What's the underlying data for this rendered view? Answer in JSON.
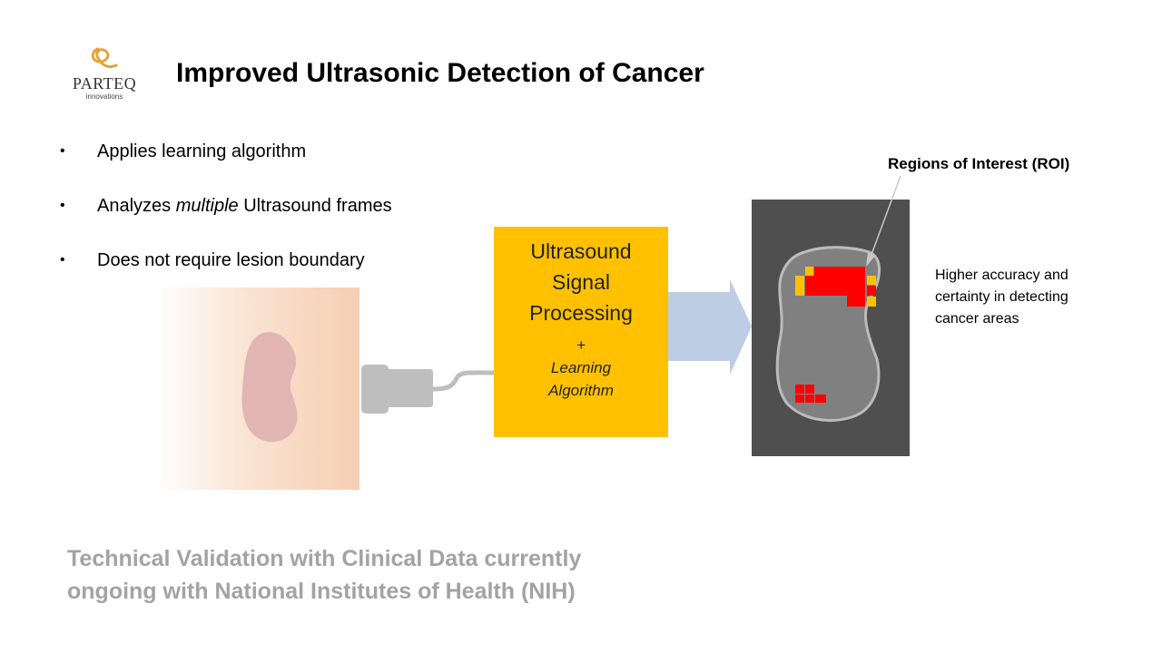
{
  "logo": {
    "name": "PARTEQ",
    "sub": "innovations",
    "mark_icon": "parteq-swirl-logo"
  },
  "title": "Improved Ultrasonic Detection of Cancer",
  "bullets": [
    {
      "pre": "Applies learning algorithm",
      "em": "",
      "post": ""
    },
    {
      "pre": "Analyzes ",
      "em": "multiple",
      "post": " Ultrasound  frames"
    },
    {
      "pre": "Does not require lesion boundary",
      "em": "",
      "post": ""
    }
  ],
  "diagram": {
    "tissue_icon": "tissue-with-lesion",
    "probe_icon": "ultrasound-probe-icon",
    "processing_box": {
      "lines": [
        "Ultrasound",
        "Signal",
        "Processing"
      ],
      "sub_lines": [
        "+",
        "Learning",
        "Algorithm"
      ]
    },
    "arrow_icon": "right-arrow-icon",
    "roi_label": "Regions of Interest (ROI)",
    "result_text": "Higher accuracy and certainty in detecting cancer areas"
  },
  "colors": {
    "processing_box": "#ffc000",
    "arrow": "#bdcde3",
    "result_background": "#4f4f4f",
    "roi_high": "#ff0000",
    "roi_medium": "#ffc000",
    "footer_text": "#a3a3a3"
  },
  "footer": {
    "line1": "Technical Validation with Clinical Data currently",
    "line2": "ongoing with National Institutes of Health (NIH)"
  }
}
